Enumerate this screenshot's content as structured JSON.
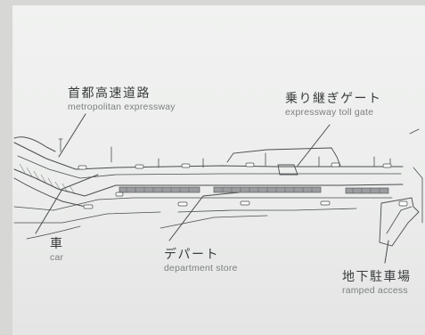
{
  "palette": {
    "background": "#d7d8d6",
    "panel": "#efefee",
    "ink": "#3a3b3d",
    "caption_en": "#7c7e82"
  },
  "labels": {
    "expressway": {
      "jp": "首都高速道路",
      "en": "metropolitan expressway"
    },
    "toll_gate": {
      "jp": "乗り継ぎゲート",
      "en": "expressway toll gate"
    },
    "car": {
      "jp": "車",
      "en": "car"
    },
    "department_store": {
      "jp": "デパート",
      "en": "department store"
    },
    "ramped_access": {
      "jp": "地下駐車場",
      "en": "ramped access"
    }
  }
}
